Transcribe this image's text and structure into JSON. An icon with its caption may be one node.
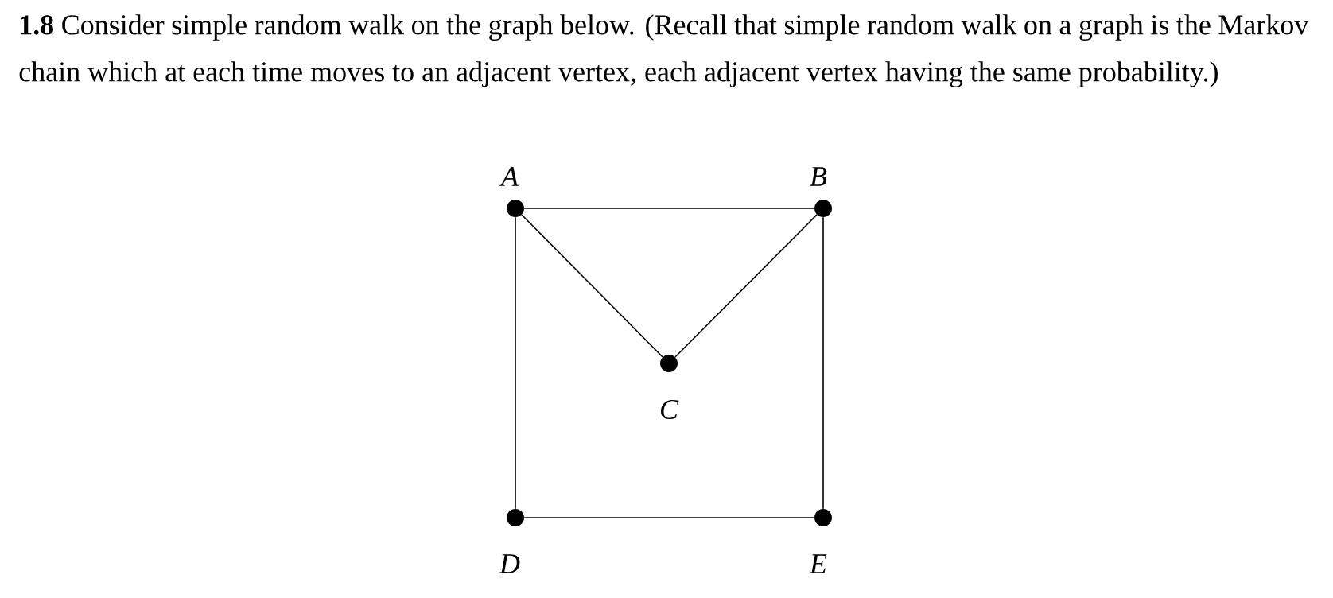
{
  "diagram": {
    "nodes": [
      {
        "text": [],
        "shape": "circle",
        "beside": [
          "A"
        ]
      },
      {
        "text": [],
        "shape": "circle",
        "beside": [
          "B"
        ]
      },
      {
        "text": [],
        "shape": "circle",
        "beside": [
          "C"
        ]
      },
      {
        "text": [],
        "shape": "circle",
        "beside": [
          "D"
        ]
      },
      {
        "text": [],
        "shape": "circle",
        "beside": [
          "E"
        ]
      }
    ],
    "edges": [
      {
        "from": 0,
        "to": 1,
        "arrow": "none"
      },
      {
        "from": 0,
        "to": 2,
        "arrow": "none"
      },
      {
        "from": 2,
        "to": 1,
        "arrow": "none"
      },
      {
        "from": 0,
        "to": 3,
        "arrow": "none"
      },
      {
        "from": 1,
        "to": 4,
        "arrow": "none"
      },
      {
        "from": 3,
        "to": 4,
        "arrow": "none"
      }
    ],
    "labels": [
      "**1.8** Consider simple random walk on the graph below. (Recall that simple random walk on a graph is the Markov chain which at each time moves to an adjacent vertex, each adjacent vertex having the same probability.)"
    ]
  }
}
